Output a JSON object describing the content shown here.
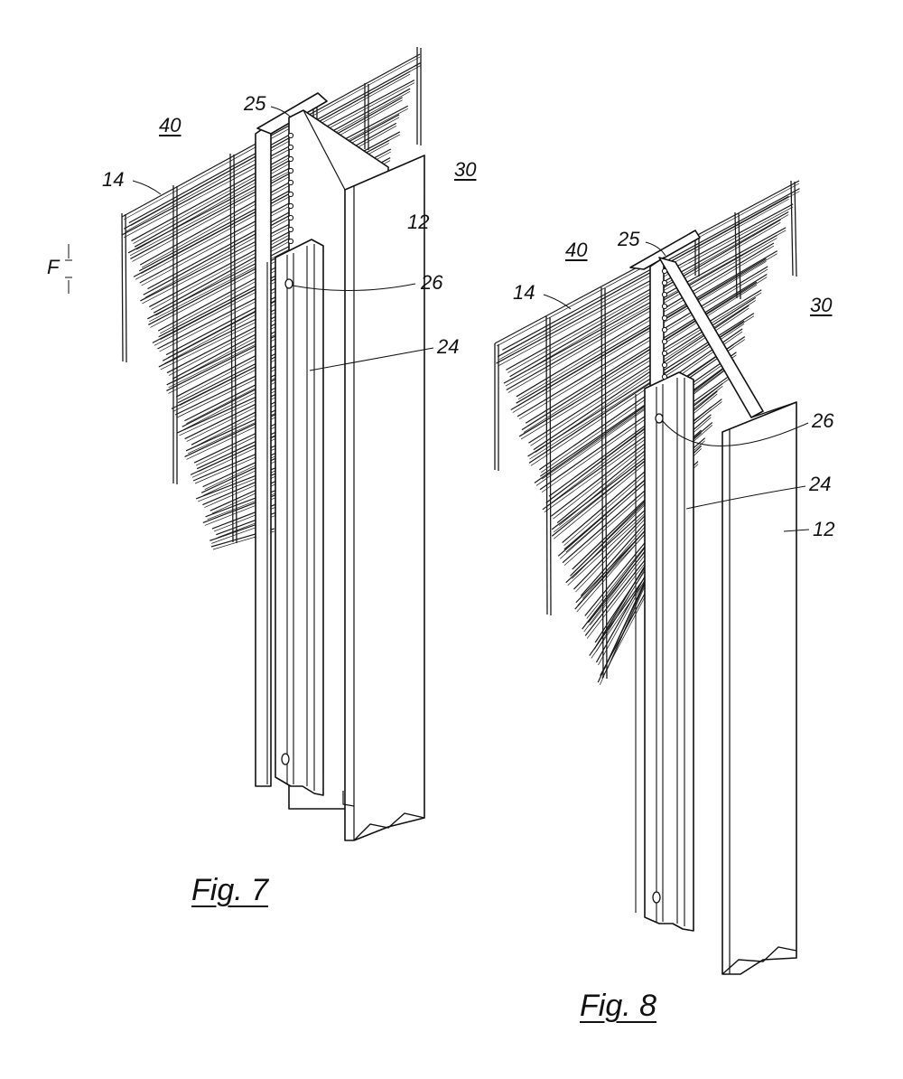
{
  "figures": [
    {
      "caption": "Fig. 7",
      "labels": {
        "zone_left": "40",
        "zone_right": "30",
        "post": "12",
        "mesh": "14",
        "cover": "24",
        "clamp": "25",
        "hole": "26",
        "gap": "F"
      }
    },
    {
      "caption": "Fig. 8",
      "labels": {
        "zone_left": "40",
        "zone_right": "30",
        "post": "12",
        "mesh": "14",
        "cover": "24",
        "clamp": "25",
        "hole": "26"
      }
    }
  ]
}
